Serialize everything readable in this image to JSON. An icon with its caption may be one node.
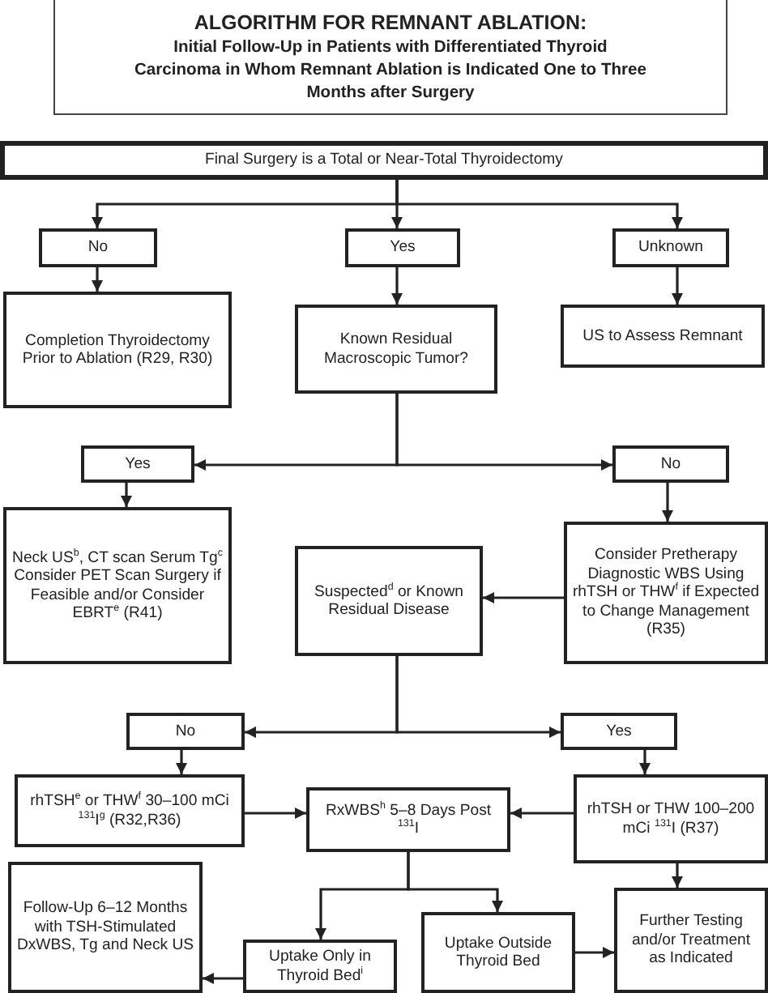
{
  "diagram": {
    "title": "ALGORITHM FOR REMNANT ABLATION:",
    "labels": [
      "Initial Follow-Up in Patients with Differentiated Thyroid Carcinoma in Whom Remnant Ablation is Indicated One to Three Months after Surgery"
    ],
    "nodes": [
      {
        "text": [
          "Final Surgery is a Total or Near-Total Thyroidectomy"
        ]
      },
      {
        "text": [
          "No"
        ]
      },
      {
        "text": [
          "Yes"
        ]
      },
      {
        "text": [
          "Unknown"
        ]
      },
      {
        "text": [
          "Completion Thyroidectomy Prior to Ablation (R29, R30)"
        ]
      },
      {
        "text": [
          "Known Residual Macroscopic Tumor?"
        ]
      },
      {
        "text": [
          "US to Assess Remnant"
        ]
      },
      {
        "text": [
          "Yes"
        ]
      },
      {
        "text": [
          "No"
        ]
      },
      {
        "text": [
          "Neck US$^{b}$, CT scan Serum Tg$^{c}$ Consider PET Scan Surgery if Feasible and/or Consider EBRT$^{e}$ (R41)"
        ]
      },
      {
        "text": [
          "Suspected$^{d}$ or Known Residual Disease"
        ]
      },
      {
        "text": [
          "Consider Pretherapy Diagnostic WBS Using rhTSH or THW$^{f}$ if Expected to Change Management (R35)"
        ]
      },
      {
        "text": [
          "No"
        ]
      },
      {
        "text": [
          "Yes"
        ]
      },
      {
        "text": [
          "rhTSH$^{e}$ or THW$^{f}$ 30–100 mCi $^{131}$I$^{g}$ (R32,R36)"
        ]
      },
      {
        "text": [
          "RxWBS$^{h}$ 5–8 Days Post $^{131}$I"
        ]
      },
      {
        "text": [
          "rhTSH or THW 100–200 mCi $^{131}$I (R37)"
        ]
      },
      {
        "text": [
          "Follow-Up 6–12 Months with TSH-Stimulated DxWBS, Tg and Neck US"
        ]
      },
      {
        "text": [
          "Uptake Only in Thyroid Bed$^{i}$"
        ]
      },
      {
        "text": [
          "Uptake Outside Thyroid Bed"
        ]
      },
      {
        "text": [
          "Further Testing and/or Treatment as Indicated"
        ]
      }
    ],
    "edges": [
      {
        "from": 0,
        "to": 1,
        "arrow": "to"
      },
      {
        "from": 0,
        "to": 2,
        "arrow": "to"
      },
      {
        "from": 0,
        "to": 3,
        "arrow": "to"
      },
      {
        "from": 1,
        "to": 4,
        "arrow": "to"
      },
      {
        "from": 2,
        "to": 5,
        "arrow": "to"
      },
      {
        "from": 3,
        "to": 6,
        "arrow": "to"
      },
      {
        "from": 5,
        "to": 7,
        "arrow": "to"
      },
      {
        "from": 5,
        "to": 8,
        "arrow": "to"
      },
      {
        "from": 7,
        "to": 9,
        "arrow": "to"
      },
      {
        "from": 8,
        "to": 11,
        "arrow": "to"
      },
      {
        "from": 11,
        "to": 10,
        "arrow": "to"
      },
      {
        "from": 10,
        "to": 12,
        "arrow": "to"
      },
      {
        "from": 10,
        "to": 13,
        "arrow": "to"
      },
      {
        "from": 12,
        "to": 14,
        "arrow": "to"
      },
      {
        "from": 13,
        "to": 16,
        "arrow": "to"
      },
      {
        "from": 14,
        "to": 15,
        "arrow": "to"
      },
      {
        "from": 16,
        "to": 15,
        "arrow": "to"
      },
      {
        "from": 15,
        "to": 18,
        "arrow": "to"
      },
      {
        "from": 15,
        "to": 19,
        "arrow": "to"
      },
      {
        "from": 18,
        "to": 17,
        "arrow": "to"
      },
      {
        "from": 19,
        "to": 20,
        "arrow": "to"
      },
      {
        "from": 16,
        "to": 20,
        "arrow": "to"
      }
    ]
  }
}
